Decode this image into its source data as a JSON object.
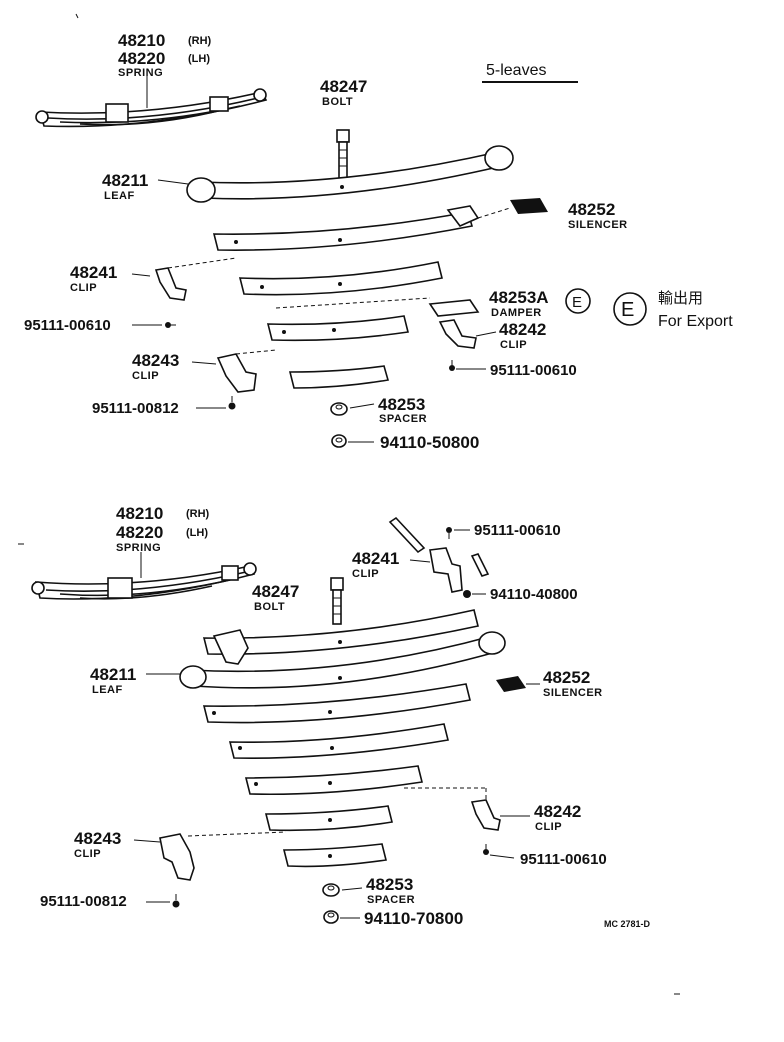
{
  "title": "5-leaves",
  "export_note": {
    "mark": "E",
    "japanese": "輸出用",
    "english": "For Export"
  },
  "top_diagram": {
    "spring": {
      "numbers": [
        "48210",
        "48220"
      ],
      "sides": [
        "(RH)",
        "(LH)"
      ],
      "name": "SPRING"
    },
    "bolt": {
      "number": "48247",
      "name": "BOLT"
    },
    "leaf": {
      "number": "48211",
      "name": "LEAF"
    },
    "silencer": {
      "number": "48252",
      "name": "SILENCER"
    },
    "clip_a": {
      "number": "48241",
      "name": "CLIP"
    },
    "screw_a": {
      "number": "95111-00610"
    },
    "damper": {
      "number": "48253A",
      "name": "DAMPER",
      "mark": "E"
    },
    "clip_b": {
      "number": "48242",
      "name": "CLIP"
    },
    "screw_b": {
      "number": "95111-00610"
    },
    "clip_c": {
      "number": "48243",
      "name": "CLIP"
    },
    "screw_c": {
      "number": "95111-00812"
    },
    "spacer": {
      "number": "48253",
      "name": "SPACER"
    },
    "nut": {
      "number": "94110-50800"
    }
  },
  "bottom_diagram": {
    "spring": {
      "numbers": [
        "48210",
        "48220"
      ],
      "sides": [
        "(RH)",
        "(LH)"
      ],
      "name": "SPRING"
    },
    "screw_top": {
      "number": "95111-00610"
    },
    "clip_a": {
      "number": "48241",
      "name": "CLIP"
    },
    "nut_top": {
      "number": "94110-40800"
    },
    "bolt": {
      "number": "48247",
      "name": "BOLT"
    },
    "leaf": {
      "number": "48211",
      "name": "LEAF"
    },
    "silencer": {
      "number": "48252",
      "name": "SILENCER"
    },
    "clip_b": {
      "number": "48242",
      "name": "CLIP"
    },
    "screw_b": {
      "number": "95111-00610"
    },
    "clip_c": {
      "number": "48243",
      "name": "CLIP"
    },
    "screw_c": {
      "number": "95111-00812"
    },
    "spacer": {
      "number": "48253",
      "name": "SPACER"
    },
    "nut": {
      "number": "94110-70800"
    }
  },
  "drawing_code": "MC 2781-D"
}
